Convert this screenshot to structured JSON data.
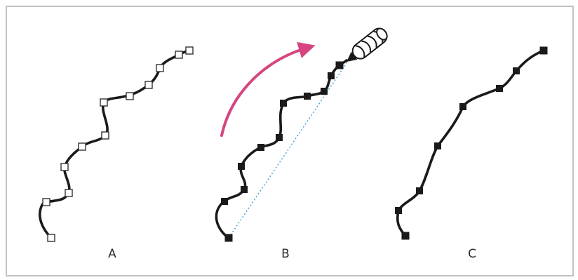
{
  "panels": [
    {
      "id": "A",
      "label": "A",
      "anchor_style": "hollow",
      "anchor_count": 12
    },
    {
      "id": "B",
      "label": "B",
      "anchor_style": "solid",
      "anchor_count": 11
    },
    {
      "id": "C",
      "label": "C",
      "anchor_style": "solid",
      "anchor_count": 8
    }
  ],
  "colors": {
    "frame": "#c2c2c2",
    "curve": "#1a1a1a",
    "guide_line": "#3aa0d8",
    "arrow": "#d6457f"
  },
  "icons": {
    "arrow": "curved-arrow-icon",
    "tool": "smooth-pencil-tool-icon"
  }
}
